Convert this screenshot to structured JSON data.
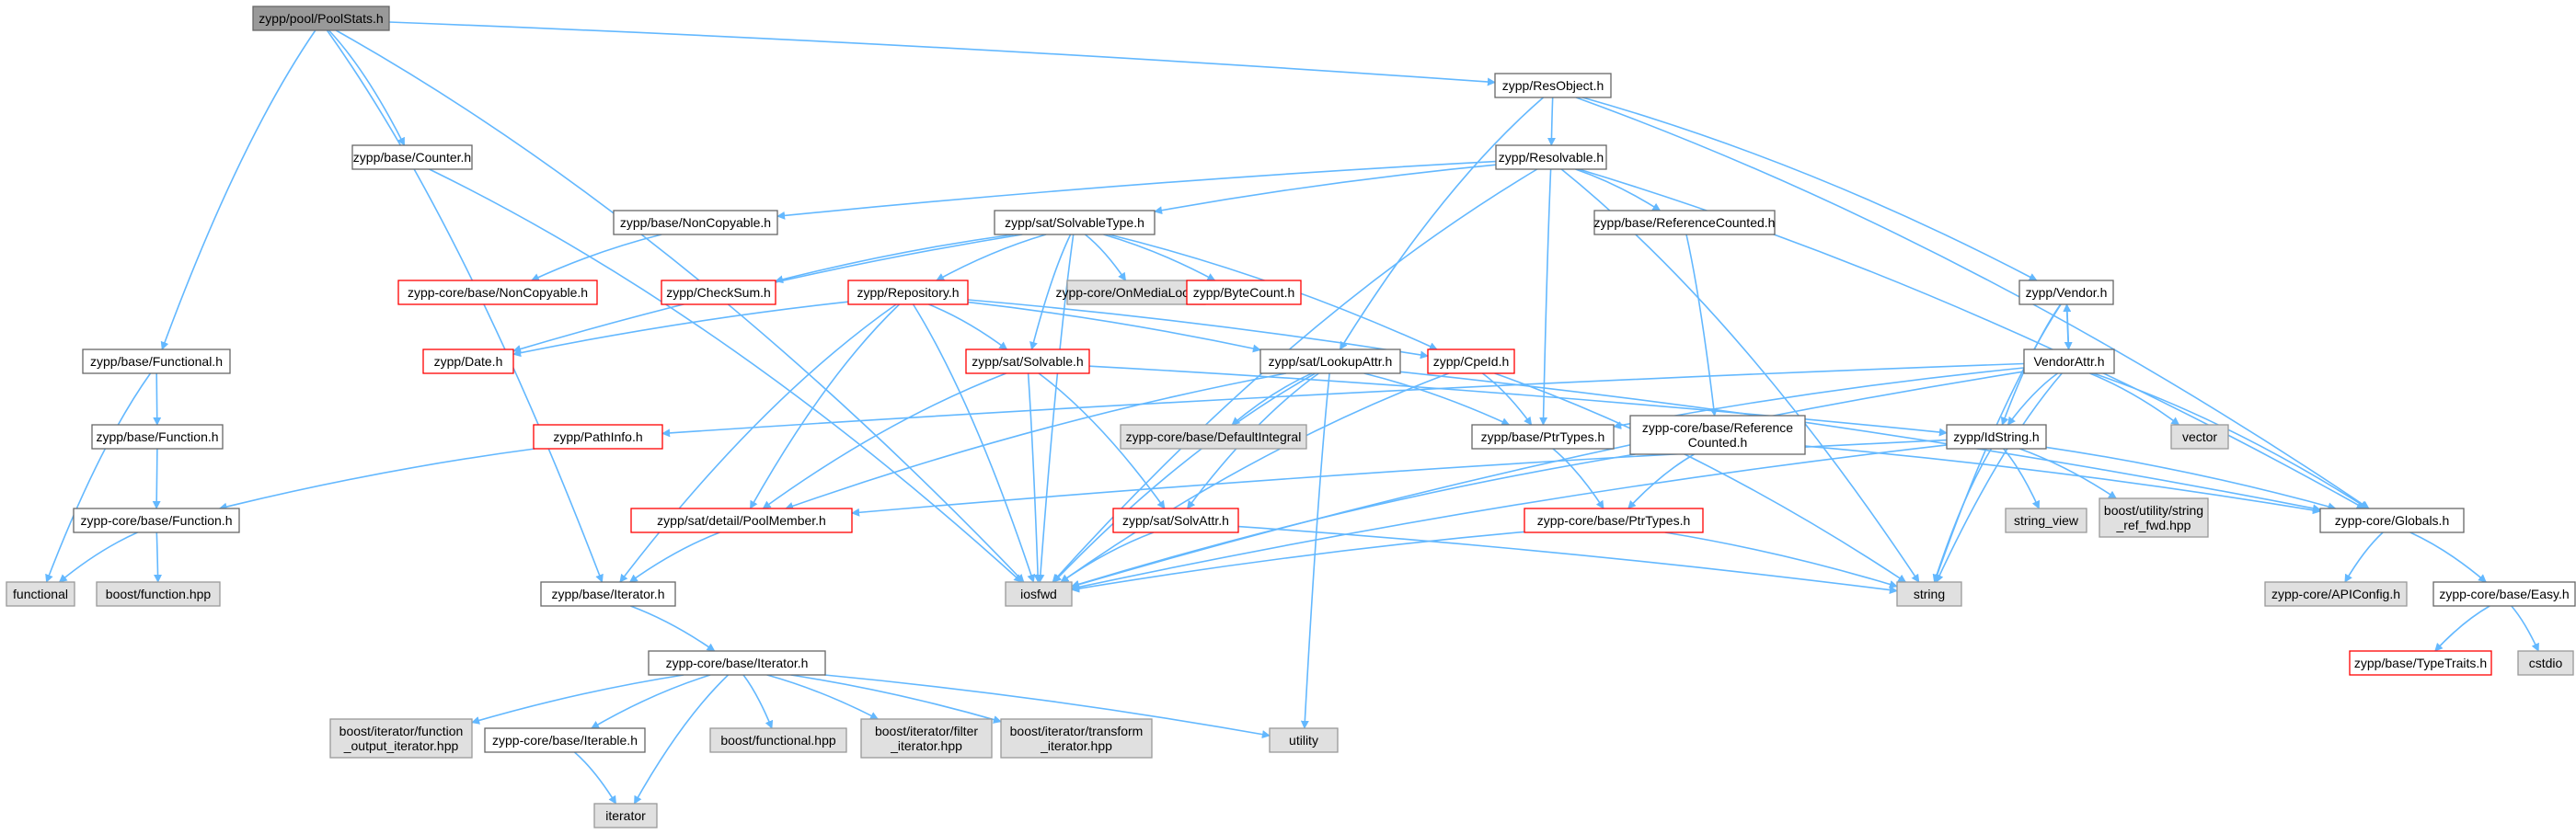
{
  "diagram": {
    "title": "",
    "colors": {
      "edge": "#63b8ff",
      "root_fill": "#999999",
      "root_border": "#666666",
      "normal_fill": "#ffffff",
      "normal_border": "#666666",
      "external_fill": "#e0e0e0",
      "external_border": "#999999",
      "undocumented_fill": "#ffffff",
      "undocumented_border": "#ff0000"
    },
    "nodes": [
      {
        "id": "n1",
        "lines": [
          "zypp/pool/PoolStats.h"
        ],
        "kind": "root"
      },
      {
        "id": "n2",
        "lines": [
          "zypp/ResObject.h"
        ],
        "kind": "normal"
      },
      {
        "id": "n3",
        "lines": [
          "zypp/base/Counter.h"
        ],
        "kind": "normal"
      },
      {
        "id": "n4",
        "lines": [
          "zypp/Resolvable.h"
        ],
        "kind": "normal"
      },
      {
        "id": "n5",
        "lines": [
          "zypp/base/NonCopyable.h"
        ],
        "kind": "normal"
      },
      {
        "id": "n6",
        "lines": [
          "zypp/sat/SolvableType.h"
        ],
        "kind": "normal"
      },
      {
        "id": "n7",
        "lines": [
          "zypp/base/ReferenceCounted.h"
        ],
        "kind": "normal"
      },
      {
        "id": "n8",
        "lines": [
          "zypp-core/base/NonCopyable.h"
        ],
        "kind": "red"
      },
      {
        "id": "n9",
        "lines": [
          "zypp/CheckSum.h"
        ],
        "kind": "red"
      },
      {
        "id": "n10",
        "lines": [
          "zypp/Repository.h"
        ],
        "kind": "red"
      },
      {
        "id": "n11",
        "lines": [
          "zypp-core/OnMediaLocation"
        ],
        "kind": "external"
      },
      {
        "id": "n12",
        "lines": [
          "zypp/ByteCount.h"
        ],
        "kind": "red"
      },
      {
        "id": "n13",
        "lines": [
          "zypp/Vendor.h"
        ],
        "kind": "normal"
      },
      {
        "id": "n14",
        "lines": [
          "zypp/base/Functional.h"
        ],
        "kind": "normal"
      },
      {
        "id": "n15",
        "lines": [
          "zypp/Date.h"
        ],
        "kind": "red"
      },
      {
        "id": "n16",
        "lines": [
          "zypp/sat/Solvable.h"
        ],
        "kind": "red"
      },
      {
        "id": "n17",
        "lines": [
          "zypp/sat/LookupAttr.h"
        ],
        "kind": "normal"
      },
      {
        "id": "n18",
        "lines": [
          "zypp/CpeId.h"
        ],
        "kind": "red"
      },
      {
        "id": "n19",
        "lines": [
          "VendorAttr.h"
        ],
        "kind": "normal"
      },
      {
        "id": "n20",
        "lines": [
          "zypp-core/base/DefaultIntegral"
        ],
        "kind": "external"
      },
      {
        "id": "n21",
        "lines": [
          "zypp/base/Function.h"
        ],
        "kind": "normal"
      },
      {
        "id": "n22",
        "lines": [
          "zypp/PathInfo.h"
        ],
        "kind": "red"
      },
      {
        "id": "n23",
        "lines": [
          "zypp/base/PtrTypes.h"
        ],
        "kind": "normal"
      },
      {
        "id": "n24",
        "lines": [
          "zypp-core/base/Reference",
          "Counted.h"
        ],
        "kind": "normal"
      },
      {
        "id": "n25",
        "lines": [
          "zypp/IdString.h"
        ],
        "kind": "normal"
      },
      {
        "id": "n26",
        "lines": [
          "vector"
        ],
        "kind": "external"
      },
      {
        "id": "n27",
        "lines": [
          "zypp-core/base/Function.h"
        ],
        "kind": "normal"
      },
      {
        "id": "n28",
        "lines": [
          "zypp/sat/detail/PoolMember.h"
        ],
        "kind": "red"
      },
      {
        "id": "n29",
        "lines": [
          "zypp/sat/SolvAttr.h"
        ],
        "kind": "red"
      },
      {
        "id": "n30",
        "lines": [
          "zypp-core/base/PtrTypes.h"
        ],
        "kind": "red"
      },
      {
        "id": "n31",
        "lines": [
          "string_view"
        ],
        "kind": "external"
      },
      {
        "id": "n32",
        "lines": [
          "boost/utility/string",
          "_ref_fwd.hpp"
        ],
        "kind": "external"
      },
      {
        "id": "n33",
        "lines": [
          "zypp-core/Globals.h"
        ],
        "kind": "normal"
      },
      {
        "id": "n34",
        "lines": [
          "functional"
        ],
        "kind": "external"
      },
      {
        "id": "n35",
        "lines": [
          "boost/function.hpp"
        ],
        "kind": "external"
      },
      {
        "id": "n36",
        "lines": [
          "zypp/base/Iterator.h"
        ],
        "kind": "normal"
      },
      {
        "id": "n37",
        "lines": [
          "iosfwd"
        ],
        "kind": "external"
      },
      {
        "id": "n38",
        "lines": [
          "string"
        ],
        "kind": "external"
      },
      {
        "id": "n39",
        "lines": [
          "zypp-core/APIConfig.h"
        ],
        "kind": "external"
      },
      {
        "id": "n40",
        "lines": [
          "zypp-core/base/Easy.h"
        ],
        "kind": "normal"
      },
      {
        "id": "n41",
        "lines": [
          "zypp-core/base/Iterator.h"
        ],
        "kind": "normal"
      },
      {
        "id": "n42",
        "lines": [
          "zypp/base/TypeTraits.h"
        ],
        "kind": "red"
      },
      {
        "id": "n43",
        "lines": [
          "cstdio"
        ],
        "kind": "external"
      },
      {
        "id": "n44",
        "lines": [
          "boost/iterator/function",
          "_output_iterator.hpp"
        ],
        "kind": "external"
      },
      {
        "id": "n45",
        "lines": [
          "zypp-core/base/Iterable.h"
        ],
        "kind": "normal"
      },
      {
        "id": "n46",
        "lines": [
          "boost/functional.hpp"
        ],
        "kind": "external"
      },
      {
        "id": "n47",
        "lines": [
          "boost/iterator/filter",
          "_iterator.hpp"
        ],
        "kind": "external"
      },
      {
        "id": "n48",
        "lines": [
          "boost/iterator/transform",
          "_iterator.hpp"
        ],
        "kind": "external"
      },
      {
        "id": "n49",
        "lines": [
          "utility"
        ],
        "kind": "external"
      },
      {
        "id": "n50",
        "lines": [
          "iterator"
        ],
        "kind": "external"
      }
    ],
    "edges": [
      [
        "n1",
        "n2"
      ],
      [
        "n1",
        "n3"
      ],
      [
        "n1",
        "n14"
      ],
      [
        "n1",
        "n36"
      ],
      [
        "n1",
        "n37"
      ],
      [
        "n2",
        "n4"
      ],
      [
        "n2",
        "n13"
      ],
      [
        "n2",
        "n17"
      ],
      [
        "n2",
        "n33"
      ],
      [
        "n3",
        "n37"
      ],
      [
        "n4",
        "n5"
      ],
      [
        "n4",
        "n6"
      ],
      [
        "n4",
        "n7"
      ],
      [
        "n4",
        "n23"
      ],
      [
        "n4",
        "n33"
      ],
      [
        "n4",
        "n37"
      ],
      [
        "n4",
        "n38"
      ],
      [
        "n5",
        "n8"
      ],
      [
        "n6",
        "n9"
      ],
      [
        "n6",
        "n10"
      ],
      [
        "n6",
        "n11"
      ],
      [
        "n6",
        "n12"
      ],
      [
        "n6",
        "n15"
      ],
      [
        "n6",
        "n16"
      ],
      [
        "n6",
        "n18"
      ],
      [
        "n6",
        "n37"
      ],
      [
        "n7",
        "n24"
      ],
      [
        "n10",
        "n15"
      ],
      [
        "n10",
        "n16"
      ],
      [
        "n10",
        "n17"
      ],
      [
        "n10",
        "n18"
      ],
      [
        "n10",
        "n28"
      ],
      [
        "n10",
        "n36"
      ],
      [
        "n10",
        "n37"
      ],
      [
        "n13",
        "n19"
      ],
      [
        "n13",
        "n25"
      ],
      [
        "n13",
        "n38"
      ],
      [
        "n14",
        "n21"
      ],
      [
        "n14",
        "n34"
      ],
      [
        "n16",
        "n25"
      ],
      [
        "n16",
        "n28"
      ],
      [
        "n16",
        "n29"
      ],
      [
        "n16",
        "n37"
      ],
      [
        "n17",
        "n20"
      ],
      [
        "n17",
        "n23"
      ],
      [
        "n17",
        "n28"
      ],
      [
        "n17",
        "n29"
      ],
      [
        "n17",
        "n33"
      ],
      [
        "n17",
        "n37"
      ],
      [
        "n17",
        "n49"
      ],
      [
        "n18",
        "n23"
      ],
      [
        "n18",
        "n37"
      ],
      [
        "n18",
        "n38"
      ],
      [
        "n19",
        "n13"
      ],
      [
        "n19",
        "n22"
      ],
      [
        "n19",
        "n23"
      ],
      [
        "n19",
        "n25"
      ],
      [
        "n19",
        "n26"
      ],
      [
        "n19",
        "n33"
      ],
      [
        "n19",
        "n37"
      ],
      [
        "n19",
        "n38"
      ],
      [
        "n21",
        "n27"
      ],
      [
        "n22",
        "n27"
      ],
      [
        "n23",
        "n30"
      ],
      [
        "n24",
        "n30"
      ],
      [
        "n24",
        "n33"
      ],
      [
        "n24",
        "n37"
      ],
      [
        "n25",
        "n28"
      ],
      [
        "n25",
        "n31"
      ],
      [
        "n25",
        "n32"
      ],
      [
        "n25",
        "n33"
      ],
      [
        "n25",
        "n37"
      ],
      [
        "n25",
        "n38"
      ],
      [
        "n27",
        "n34"
      ],
      [
        "n27",
        "n35"
      ],
      [
        "n28",
        "n36"
      ],
      [
        "n29",
        "n37"
      ],
      [
        "n29",
        "n38"
      ],
      [
        "n30",
        "n37"
      ],
      [
        "n30",
        "n38"
      ],
      [
        "n33",
        "n39"
      ],
      [
        "n33",
        "n40"
      ],
      [
        "n36",
        "n41"
      ],
      [
        "n40",
        "n42"
      ],
      [
        "n40",
        "n43"
      ],
      [
        "n41",
        "n44"
      ],
      [
        "n41",
        "n45"
      ],
      [
        "n41",
        "n46"
      ],
      [
        "n41",
        "n47"
      ],
      [
        "n41",
        "n48"
      ],
      [
        "n41",
        "n49"
      ],
      [
        "n41",
        "n50"
      ],
      [
        "n45",
        "n50"
      ]
    ]
  }
}
